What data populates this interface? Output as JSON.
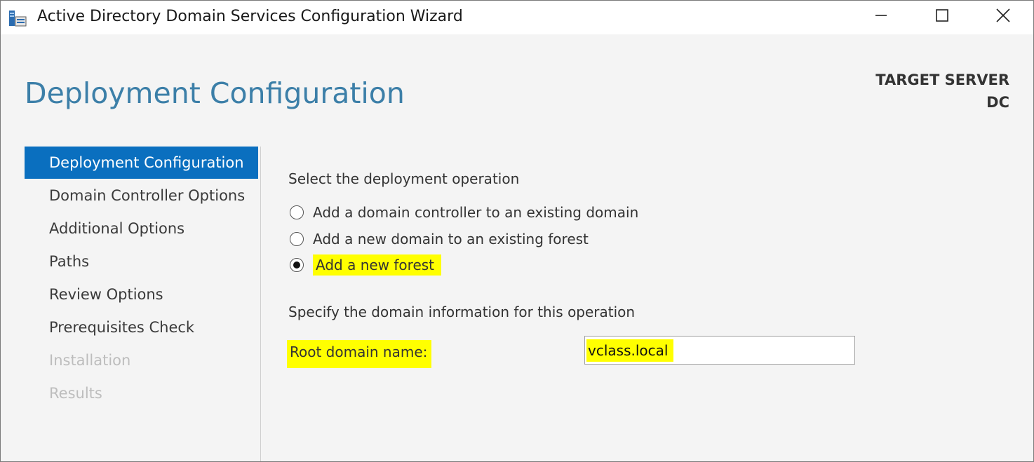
{
  "window": {
    "title": "Active Directory Domain Services Configuration Wizard",
    "minimize_icon": "minimize-icon",
    "maximize_icon": "maximize-icon",
    "close_icon": "close-icon"
  },
  "header": {
    "page_title": "Deployment Configuration",
    "target_server_label": "TARGET SERVER",
    "target_server_name": "DC"
  },
  "nav": {
    "items": [
      {
        "label": "Deployment Configuration",
        "state": "active"
      },
      {
        "label": "Domain Controller Options",
        "state": "enabled"
      },
      {
        "label": "Additional Options",
        "state": "enabled"
      },
      {
        "label": "Paths",
        "state": "enabled"
      },
      {
        "label": "Review Options",
        "state": "enabled"
      },
      {
        "label": "Prerequisites Check",
        "state": "enabled"
      },
      {
        "label": "Installation",
        "state": "disabled"
      },
      {
        "label": "Results",
        "state": "disabled"
      }
    ]
  },
  "main": {
    "operation_heading": "Select the deployment operation",
    "options": [
      {
        "label": "Add a domain controller to an existing domain",
        "selected": false
      },
      {
        "label": "Add a new domain to an existing forest",
        "selected": false
      },
      {
        "label": "Add a new forest",
        "selected": true
      }
    ],
    "domain_heading": "Specify the domain information for this operation",
    "root_domain": {
      "label": "Root domain name:",
      "value": "vclass.local"
    }
  },
  "colors": {
    "accent": "#0a6fbf",
    "title_blue": "#3c7fa8",
    "highlight": "#ffff00"
  }
}
